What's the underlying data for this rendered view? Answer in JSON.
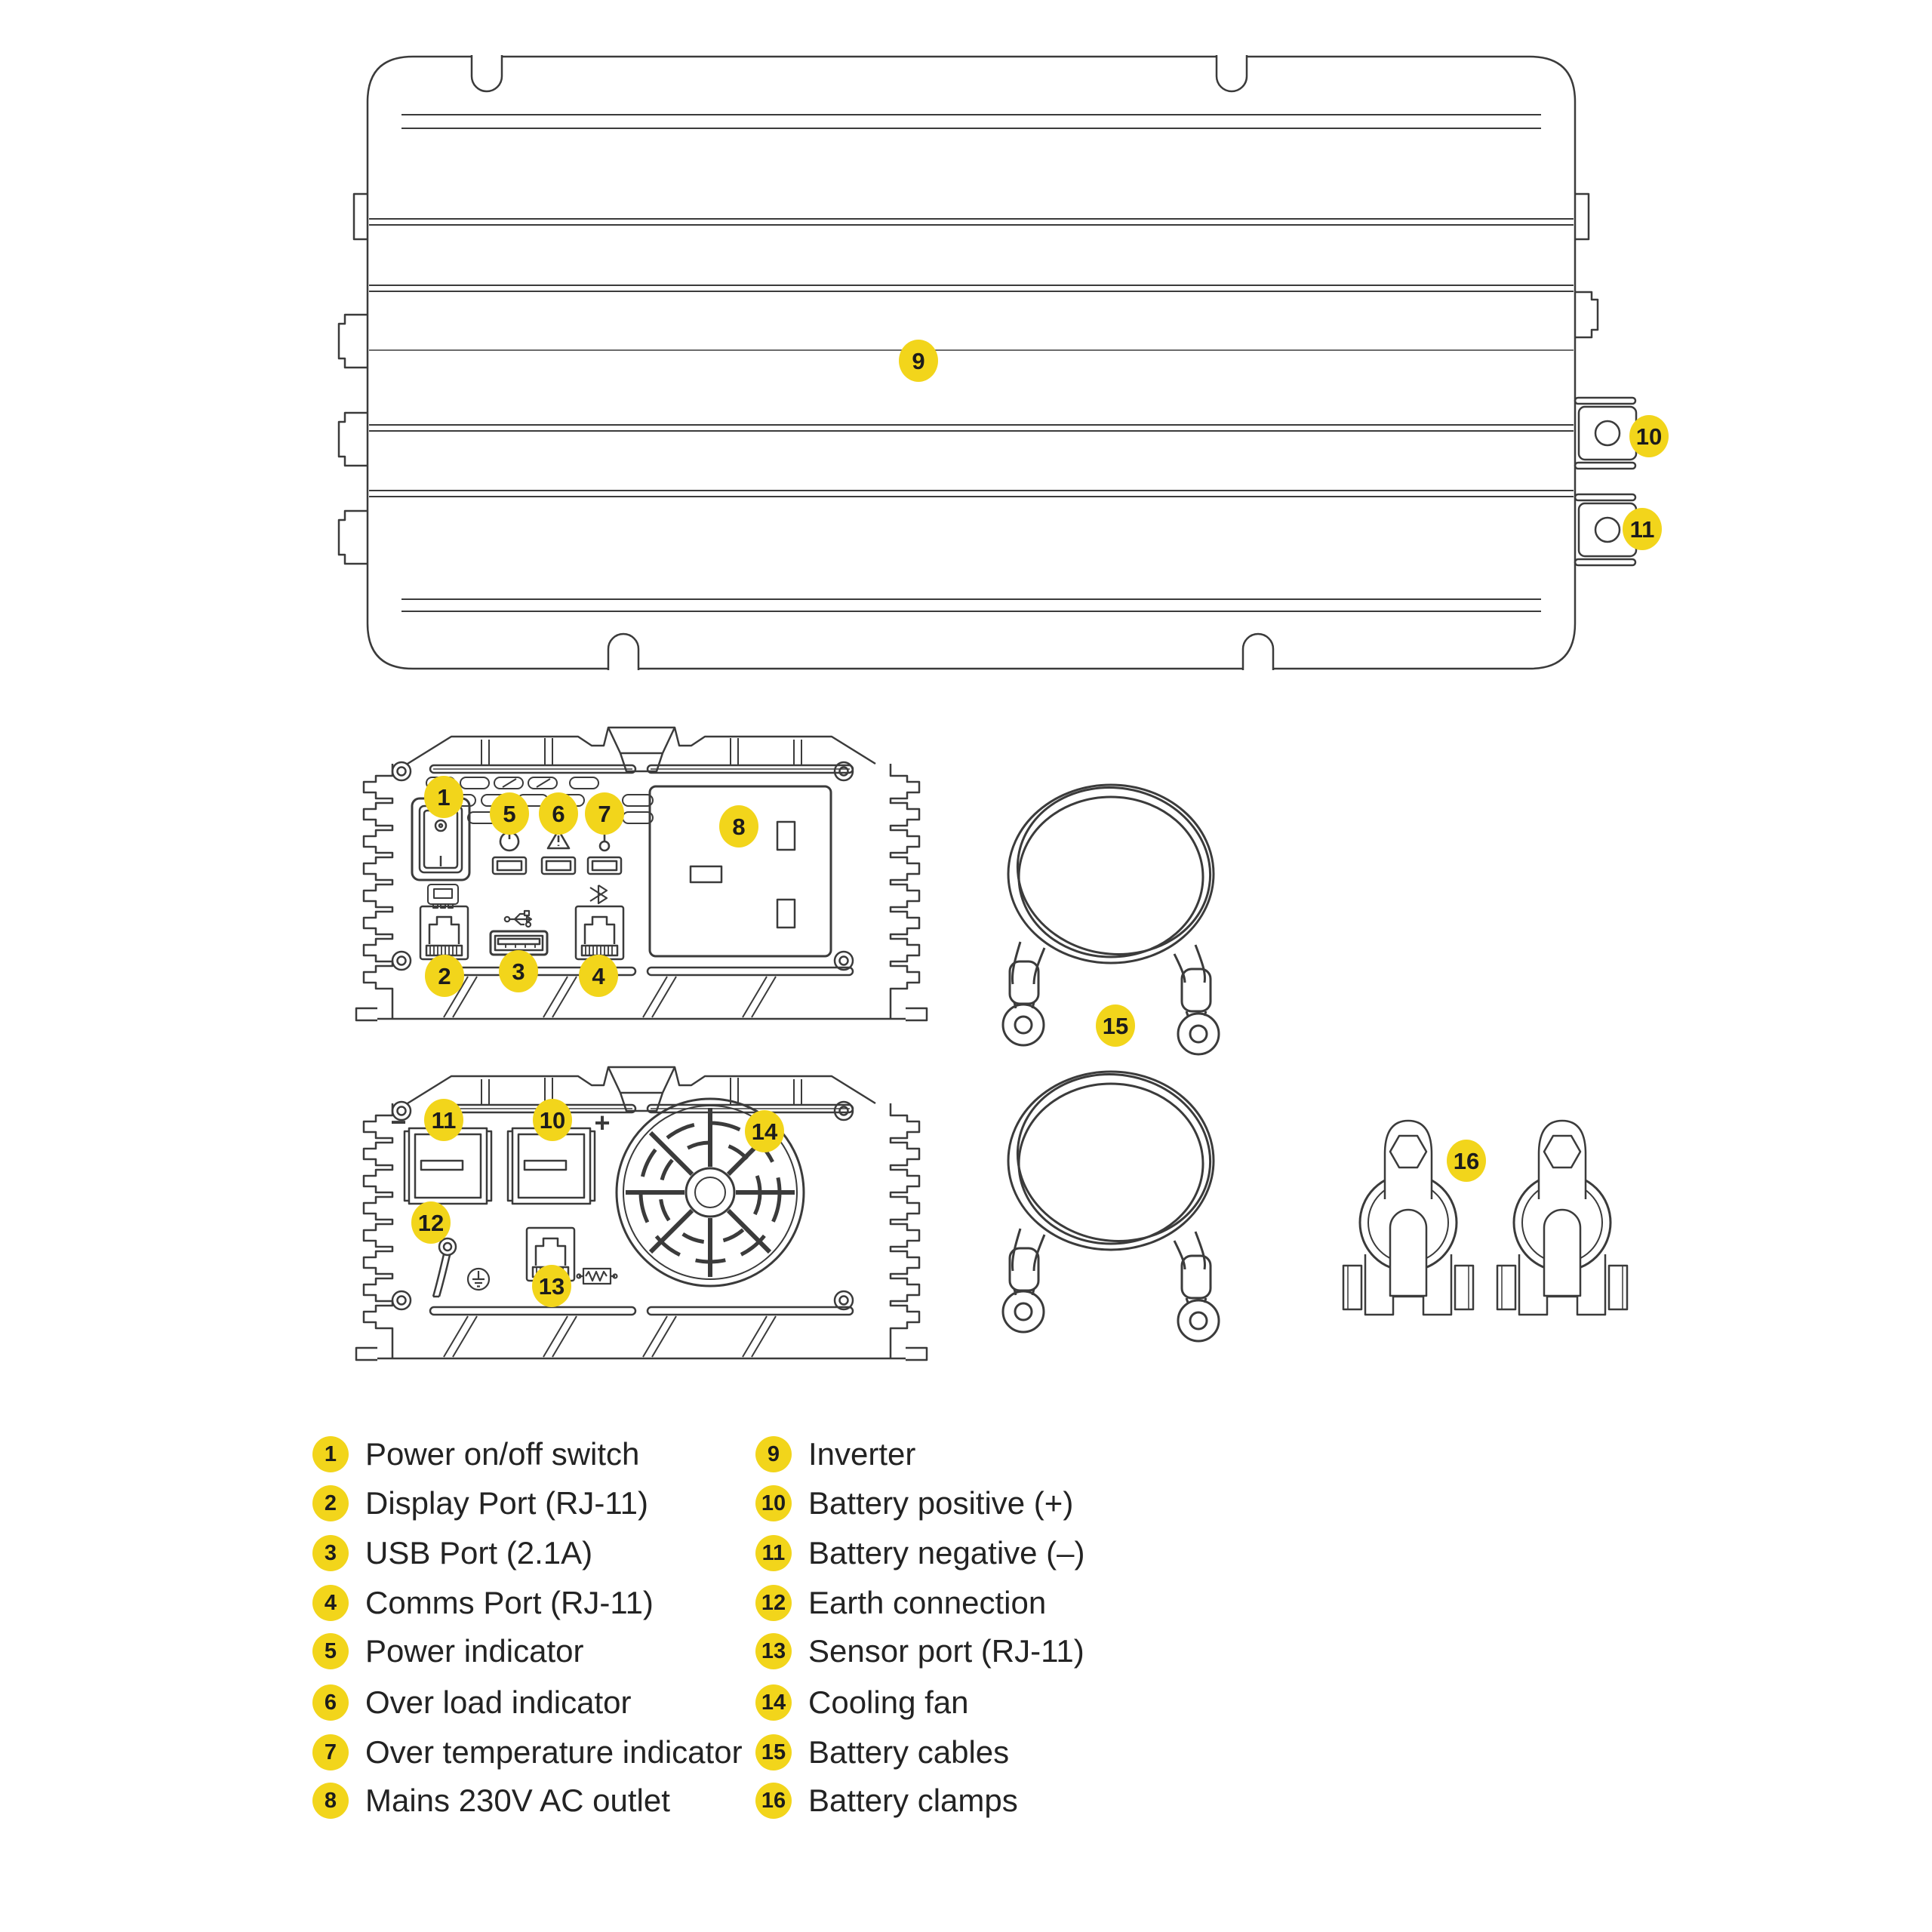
{
  "palette": {
    "badge_yellow": "#F2D51B",
    "line_color": "#3B3B3B",
    "text_color": "#232323"
  },
  "legend": {
    "columns": [
      {
        "items": [
          {
            "num": "1",
            "label": "Power on/off switch"
          },
          {
            "num": "2",
            "label": "Display Port (RJ-11)"
          },
          {
            "num": "3",
            "label": "USB Port (2.1A)"
          },
          {
            "num": "4",
            "label": "Comms Port (RJ-11)"
          },
          {
            "num": "5",
            "label": "Power indicator"
          },
          {
            "num": "6",
            "label": "Over load indicator"
          },
          {
            "num": "7",
            "label": "Over temperature indicator"
          },
          {
            "num": "8",
            "label": "Mains 230V AC outlet"
          }
        ]
      },
      {
        "items": [
          {
            "num": "9",
            "label": "Inverter"
          },
          {
            "num": "10",
            "label": "Battery positive (+)"
          },
          {
            "num": "11",
            "label": "Battery negative (–)"
          },
          {
            "num": "12",
            "label": "Earth connection"
          },
          {
            "num": "13",
            "label": "Sensor port (RJ-11)"
          },
          {
            "num": "14",
            "label": "Cooling fan"
          },
          {
            "num": "15",
            "label": "Battery cables"
          },
          {
            "num": "16",
            "label": "Battery clamps"
          }
        ]
      }
    ]
  },
  "callouts": {
    "n1": "1",
    "n2": "2",
    "n3": "3",
    "n4": "4",
    "n5": "5",
    "n6": "6",
    "n7": "7",
    "n8": "8",
    "n9": "9",
    "n10": "10",
    "n11": "11",
    "n12": "12",
    "n13": "13",
    "n14": "14",
    "n15": "15",
    "n16": "16"
  },
  "symbols": {
    "plus": "+",
    "minus": "−"
  }
}
